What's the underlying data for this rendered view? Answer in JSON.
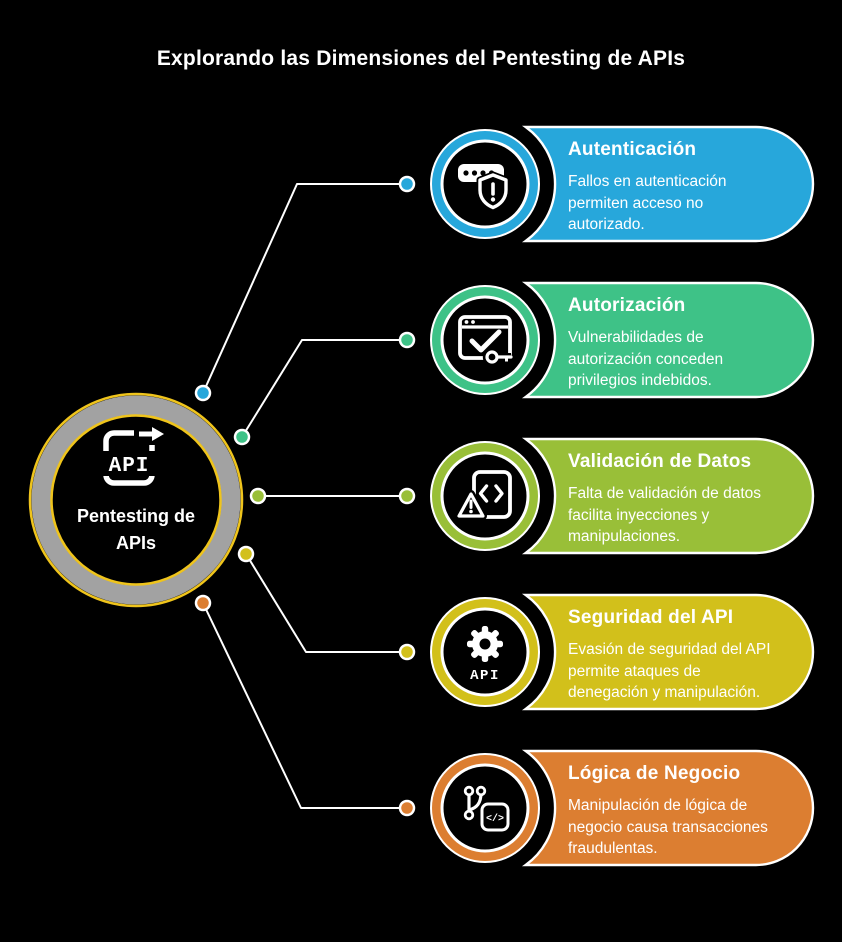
{
  "title": "Explorando las Dimensiones del Pentesting de APIs",
  "background": "#000000",
  "connector_color": "#FFFFFF",
  "hub": {
    "label": "Pentesting de\nAPIs",
    "icon": "api-document-icon",
    "icon_label": "API",
    "ring_gray": "#A2A2A2",
    "ring_yellow": "#EFC41C"
  },
  "cards": [
    {
      "title": "Autenticación",
      "description": "Fallos en autenticación\npermiten acceso no\nautorizado.",
      "color": "#27A7DB",
      "icon": "password-shield-icon"
    },
    {
      "title": "Autorización",
      "description": "Vulnerabilidades de\nautorización conceden\nprivilegios indebidos.",
      "color": "#3EC287",
      "icon": "window-check-key-icon"
    },
    {
      "title": "Validación de Datos",
      "description": "Falta de validación de datos\nfacilita inyecciones y\nmanipulaciones.",
      "color": "#99BF38",
      "icon": "file-code-warning-icon"
    },
    {
      "title": "Seguridad del API",
      "description": "Evasión de seguridad del API\npermite ataques de\ndenegación y manipulación.",
      "color": "#D2C01B",
      "icon": "gear-api-icon",
      "icon_label": "API"
    },
    {
      "title": "Lógica de Negocio",
      "description": "Manipulación de lógica de\nnegocio causa transacciones\nfraudulentas.",
      "color": "#DC7E31",
      "icon": "branch-code-icon",
      "icon_label": "</>"
    }
  ]
}
